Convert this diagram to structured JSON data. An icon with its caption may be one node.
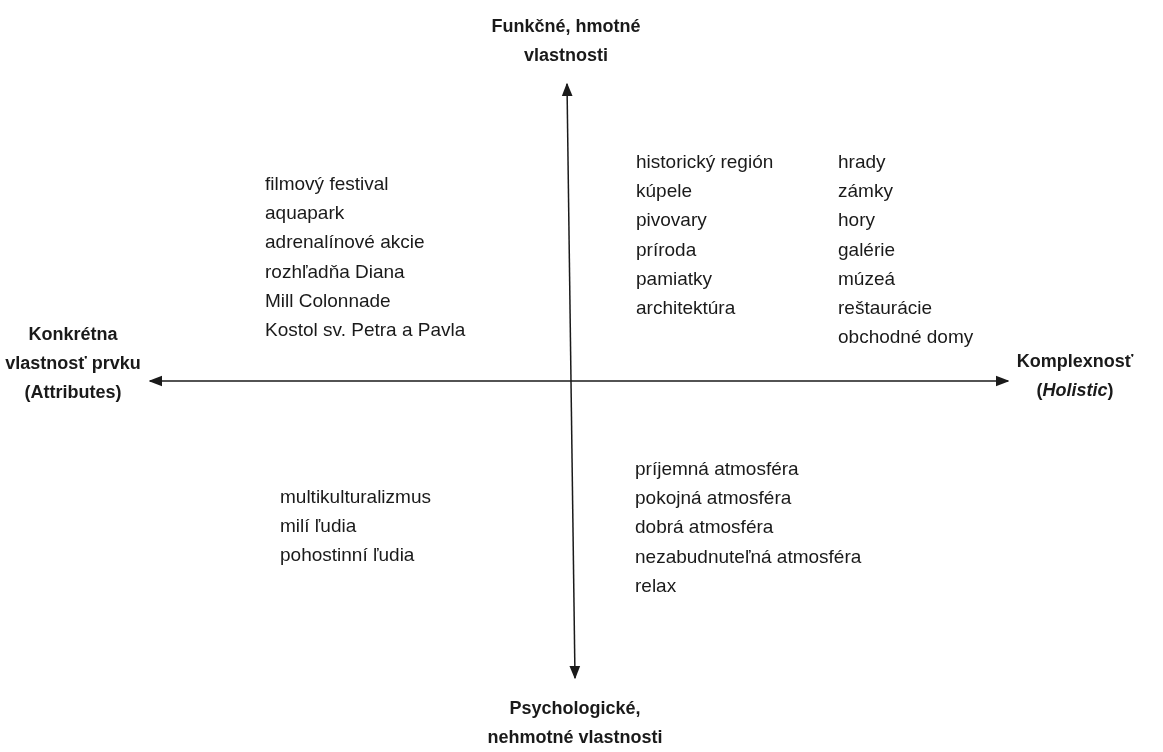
{
  "diagram": {
    "labels": [
      "Funkčné, hmotné vlastnosti",
      "filmový festival",
      "aquapark",
      "adrenalínové akcie",
      "rozhľadňa Diana",
      "Mill Colonnade",
      "Kostol sv. Petra a Pavla",
      "historický región",
      "kúpele",
      "pivovary",
      "príroda",
      "pamiatky",
      "architektúra",
      "hrady",
      "zámky",
      "hory",
      "galérie",
      "múzeá",
      "reštaurácie",
      "obchodné domy",
      "Konkrétna vlastnosť prvku (Attributes)",
      "Komplexnosť (*Holistic*)",
      "multikulturalizmus",
      "milí ľudia",
      "pohostinní ľudia",
      "príjemná atmosféra",
      "pokojná atmosféra",
      "dobrá atmosféra",
      "nezabudnuteľná atmosféra",
      "relax",
      "Psychologické, nehmotné vlastnosti"
    ]
  }
}
